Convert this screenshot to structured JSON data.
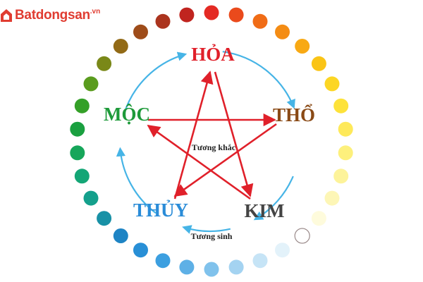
{
  "logo": {
    "name": "Batdongsan",
    "tld": ".vn",
    "color": "#e03c31"
  },
  "elements": {
    "hoa": {
      "label": "HỎA",
      "color": "#e0202a"
    },
    "tho": {
      "label": "THỔ",
      "color": "#8a4a16"
    },
    "kim": {
      "label": "KIM",
      "color": "#444444"
    },
    "thuy": {
      "label": "THỦY",
      "color": "#2a8cd8"
    },
    "moc": {
      "label": "MỘC",
      "color": "#1e9a3a"
    }
  },
  "labels": {
    "destructive": "Tương khắc",
    "generative": "Tương sinh"
  },
  "colors": {
    "star_arrows": "#e0202a",
    "cycle_arrows": "#46b4e6"
  },
  "color_ring": [
    "#e42a24",
    "#ea4a1c",
    "#f06c16",
    "#f48c14",
    "#f8a914",
    "#fac416",
    "#fcd624",
    "#fde23a",
    "#fee95a",
    "#fdf07c",
    "#fdf39a",
    "#fdf6b6",
    "#fefbdc",
    "#ffffff",
    "#e3f2fa",
    "#c6e4f6",
    "#a4d3f1",
    "#80c2ec",
    "#5eb0e6",
    "#3c9fe0",
    "#288fd6",
    "#1e84c4",
    "#1891a6",
    "#14a08c",
    "#14a676",
    "#16a65a",
    "#1aa040",
    "#34a028",
    "#5a9c1e",
    "#7a8818",
    "#926a16",
    "#9e4c1a",
    "#ab341e",
    "#c0241f"
  ]
}
